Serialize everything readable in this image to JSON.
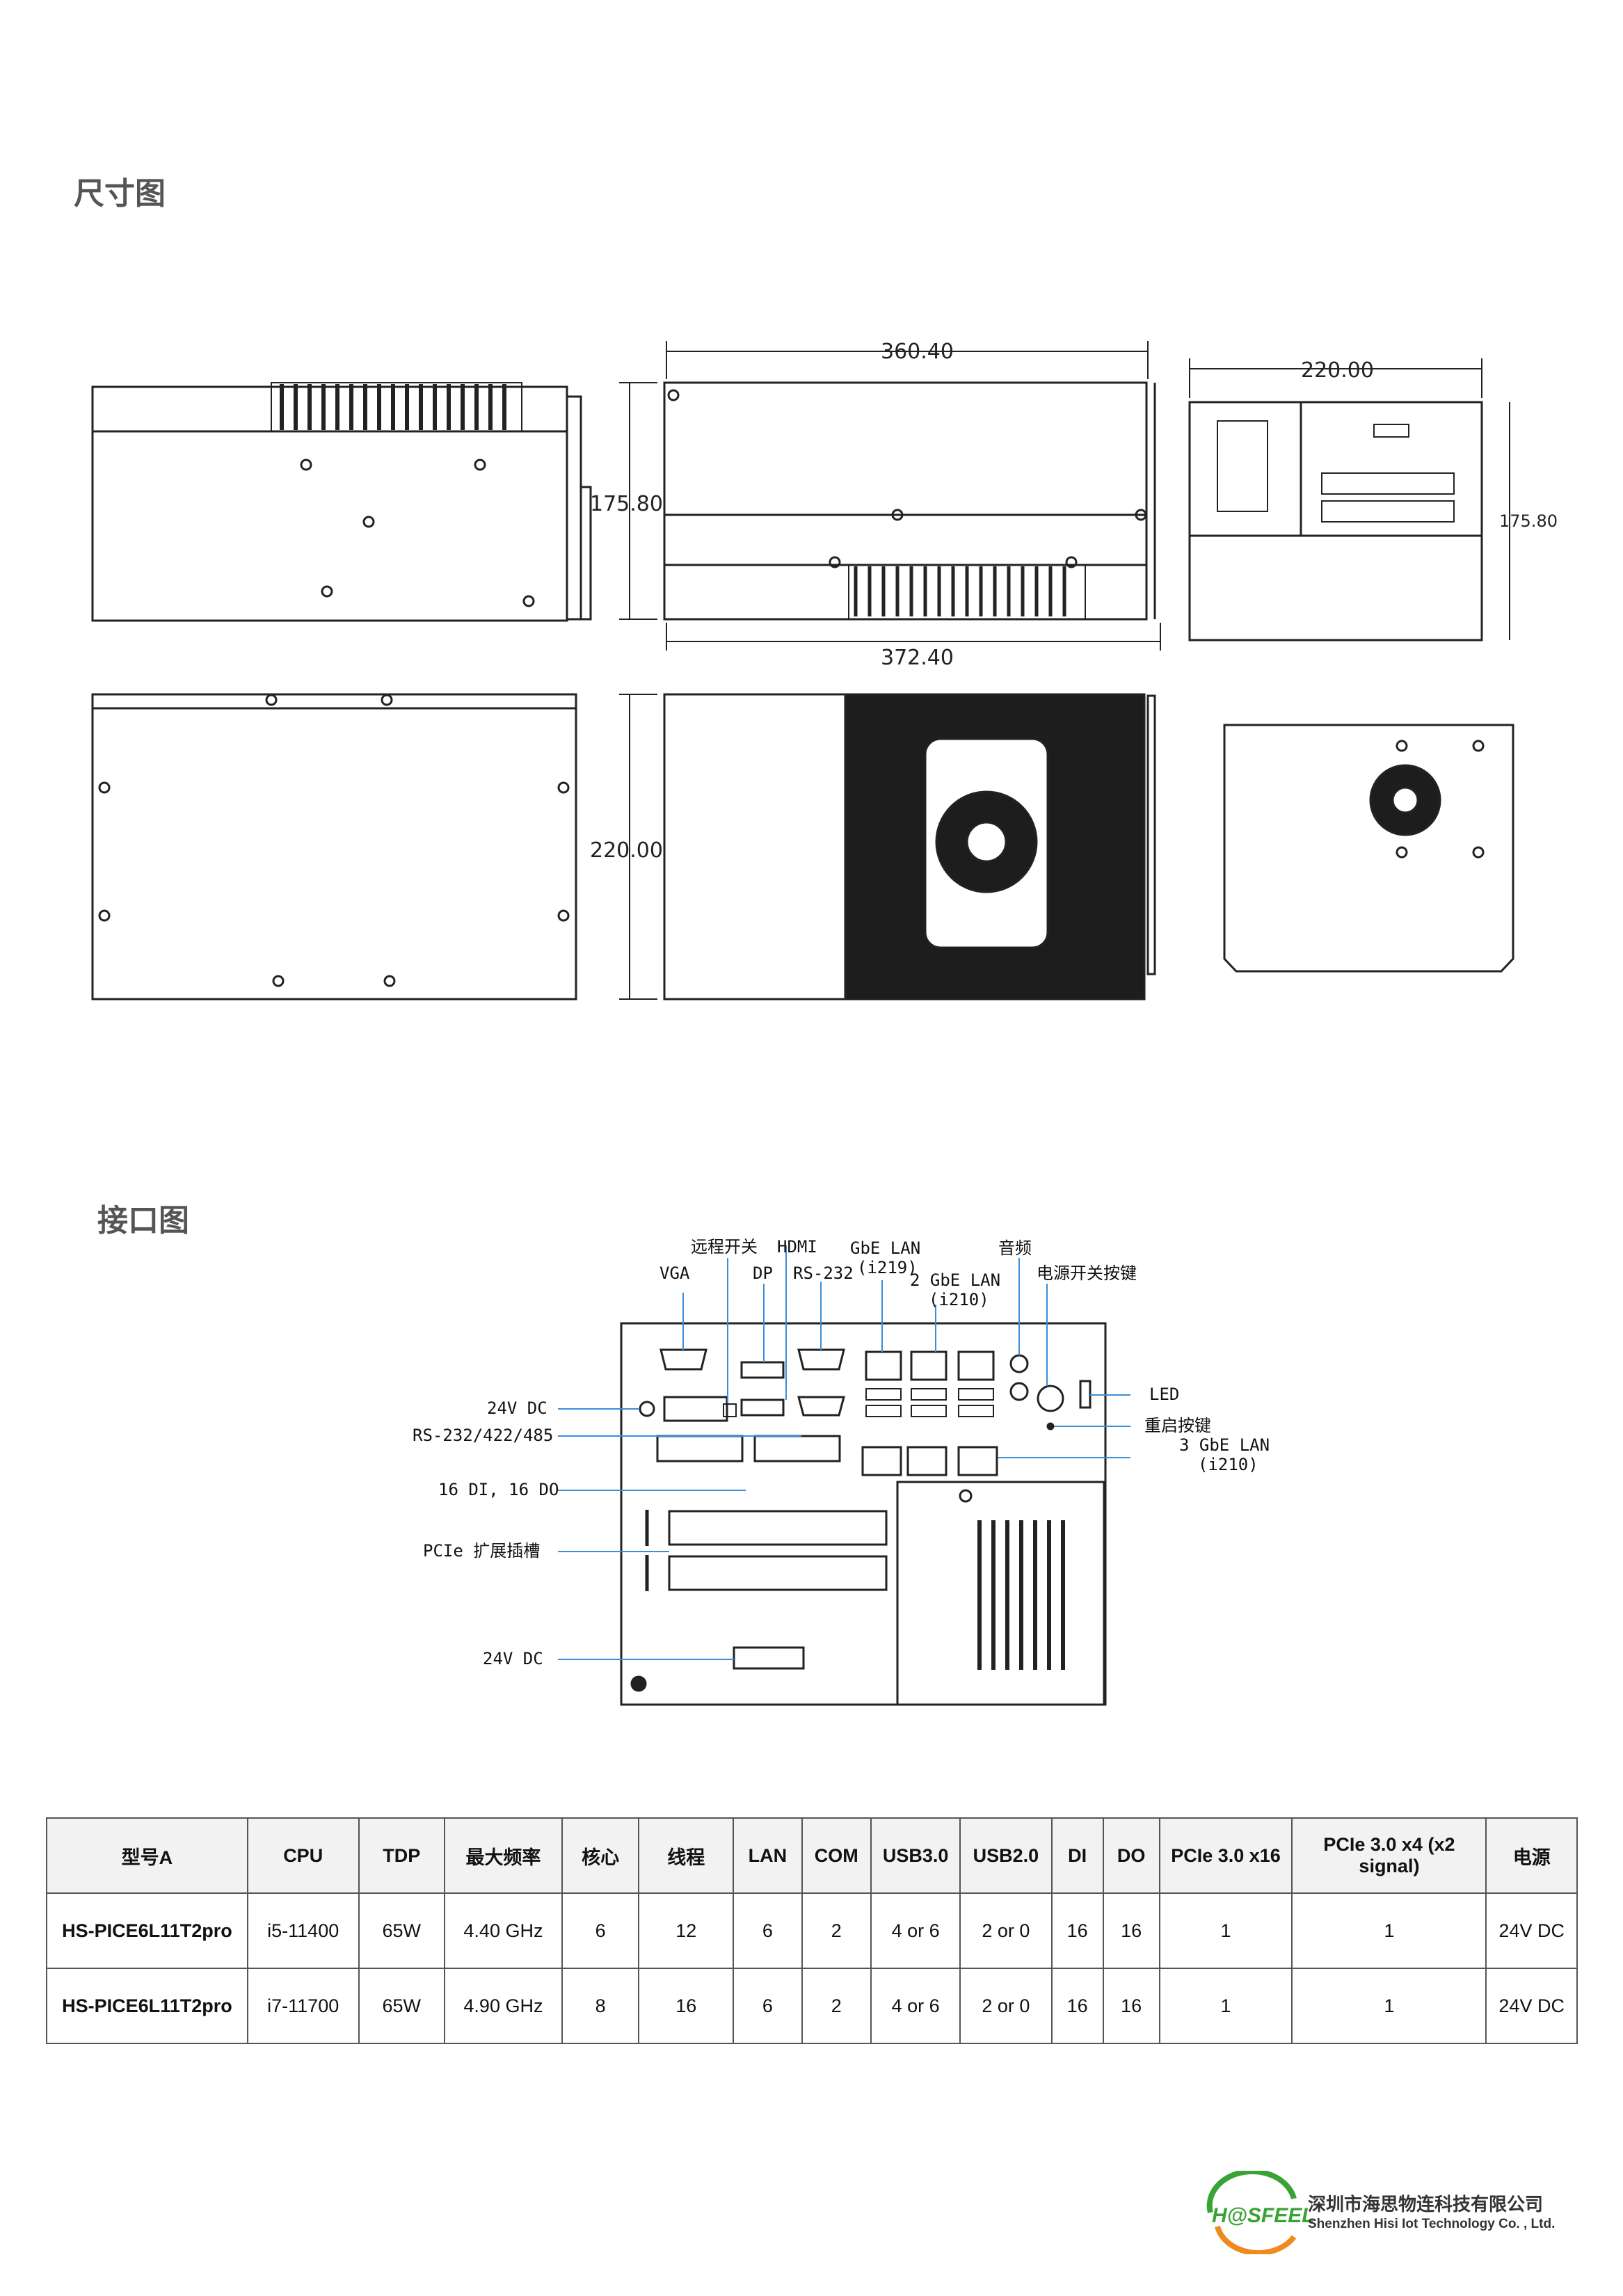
{
  "sections": {
    "dimensions_title": "尺寸图",
    "interfaces_title": "接口图"
  },
  "dimensions": {
    "top_width": "360.40",
    "bottom_width": "372.40",
    "side_height": "175.80",
    "front_width": "220.00",
    "front_height": "175.80",
    "top_view_depth": "220.00"
  },
  "interfaces": {
    "vga": "VGA",
    "remote_switch": "远程开关",
    "hdmi": "HDMI",
    "dp": "DP",
    "rs232_top": "RS-232",
    "gbe_lan": "GbE LAN",
    "gbe_lan_chip": "(i219)",
    "gbe_lan2": "2 GbE LAN",
    "gbe_lan2_chip": "(i210)",
    "audio": "音频",
    "power_button": "电源开关按键",
    "dc24_top": "24V DC",
    "rs232_422_485": "RS-232/422/485",
    "dio": "16 DI, 16 DO",
    "pcie_slot": "PCIe 扩展插槽",
    "dc24_bottom": "24V DC",
    "led": "LED",
    "reset": "重启按键",
    "gbe_lan3": "3 GbE LAN",
    "gbe_lan3_chip": "(i210)"
  },
  "table": {
    "headers": [
      "型号A",
      "CPU",
      "TDP",
      "最大频率",
      "核心",
      "线程",
      "LAN",
      "COM",
      "USB3.0",
      "USB2.0",
      "DI",
      "DO",
      "PCIe 3.0 x16",
      "PCIe 3.0 x4 (x2 signal)",
      "电源"
    ],
    "rows": [
      [
        "HS-PICE6L11T2pro",
        "i5-11400",
        "65W",
        "4.40 GHz",
        "6",
        "12",
        "6",
        "2",
        "4 or 6",
        "2 or 0",
        "16",
        "16",
        "1",
        "1",
        "24V DC"
      ],
      [
        "HS-PICE6L11T2pro",
        "i7-11700",
        "65W",
        "4.90 GHz",
        "8",
        "16",
        "6",
        "2",
        "4 or 6",
        "2 or 0",
        "16",
        "16",
        "1",
        "1",
        "24V DC"
      ]
    ]
  },
  "company": {
    "logo_text": "H@SFEEL",
    "name_cn": "深圳市海思物连科技有限公司",
    "name_en": "Shenzhen Hisi Iot Technology Co. , Ltd."
  },
  "colors": {
    "callout_line": "#3a8fd8",
    "drawing_stroke": "#222222",
    "logo_green": "#3aa335",
    "logo_orange": "#f08a1c"
  }
}
